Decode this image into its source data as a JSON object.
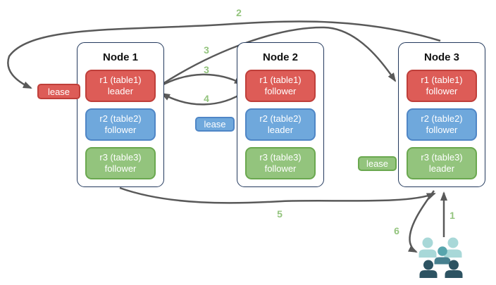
{
  "nodes": [
    {
      "title": "Node 1",
      "replicas": [
        {
          "name": "r1 (table1)",
          "role": "leader",
          "color": "red"
        },
        {
          "name": "r2 (table2)",
          "role": "follower",
          "color": "blue"
        },
        {
          "name": "r3 (table3)",
          "role": "follower",
          "color": "green"
        }
      ]
    },
    {
      "title": "Node 2",
      "replicas": [
        {
          "name": "r1 (table1)",
          "role": "follower",
          "color": "red"
        },
        {
          "name": "r2 (table2)",
          "role": "leader",
          "color": "blue"
        },
        {
          "name": "r3 (table3)",
          "role": "follower",
          "color": "green"
        }
      ]
    },
    {
      "title": "Node 3",
      "replicas": [
        {
          "name": "r1 (table1)",
          "role": "follower",
          "color": "red"
        },
        {
          "name": "r2 (table2)",
          "role": "follower",
          "color": "blue"
        },
        {
          "name": "r3 (table3)",
          "role": "leader",
          "color": "green"
        }
      ]
    }
  ],
  "leases": [
    {
      "label": "lease",
      "color": "red"
    },
    {
      "label": "lease",
      "color": "blue"
    },
    {
      "label": "lease",
      "color": "green"
    }
  ],
  "steps": {
    "step2": "2",
    "step3_to_node3": "3",
    "step3_to_node2": "3",
    "step4": "4",
    "step5": "5",
    "step6": "6",
    "step1": "1"
  },
  "colors": {
    "replica_red": "#dd5c57",
    "replica_red_border": "#bf3f3a",
    "replica_blue": "#6fa8dc",
    "replica_blue_border": "#4f86c6",
    "replica_green": "#93c47d",
    "replica_green_border": "#6aa84f",
    "node_border": "#23395d",
    "arrow": "#595959",
    "step_label": "#93c47d",
    "users_light": "#a8d8d8",
    "users_mid_head": "#57a5ad",
    "users_mid_body": "#47808f",
    "users_dark": "#2d5362"
  },
  "icons": {
    "users": "users-group-icon"
  }
}
